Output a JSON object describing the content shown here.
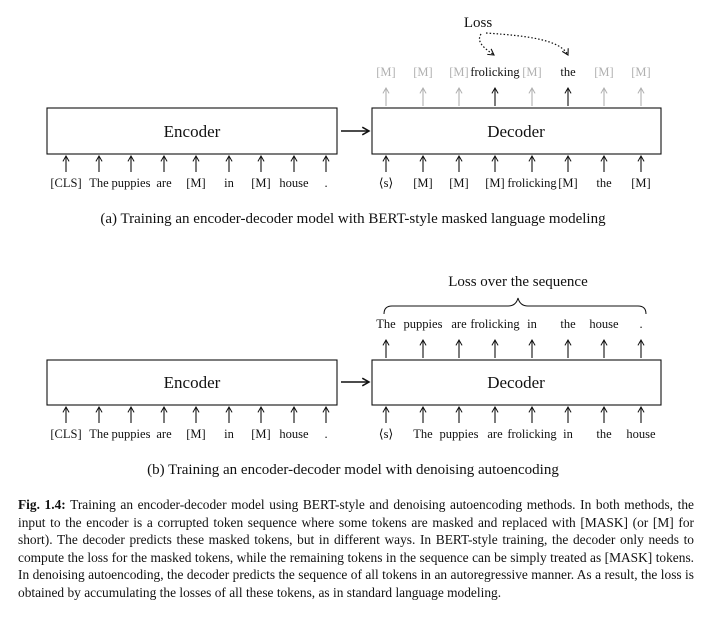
{
  "panel_a": {
    "encoder_label": "Encoder",
    "decoder_label": "Decoder",
    "encoder_inputs": [
      "[CLS]",
      "The",
      "puppies",
      "are",
      "[M]",
      "in",
      "[M]",
      "house",
      "."
    ],
    "decoder_inputs": [
      "⟨s⟩",
      "[M]",
      "[M]",
      "[M]",
      "frolicking",
      "[M]",
      "the",
      "[M]"
    ],
    "decoder_outputs": [
      "[M]",
      "[M]",
      "[M]",
      "frolicking",
      "[M]",
      "the",
      "[M]",
      "[M]"
    ],
    "output_highlighted": [
      false,
      false,
      false,
      true,
      false,
      true,
      false,
      false
    ],
    "loss_label": "Loss",
    "caption": "(a) Training an encoder-decoder model with BERT-style masked language modeling"
  },
  "panel_b": {
    "encoder_label": "Encoder",
    "decoder_label": "Decoder",
    "encoder_inputs": [
      "[CLS]",
      "The",
      "puppies",
      "are",
      "[M]",
      "in",
      "[M]",
      "house",
      "."
    ],
    "decoder_inputs": [
      "⟨s⟩",
      "The",
      "puppies",
      "are",
      "frolicking",
      "in",
      "the",
      "house"
    ],
    "decoder_outputs": [
      "The",
      "puppies",
      "are",
      "frolicking",
      "in",
      "the",
      "house",
      "."
    ],
    "loss_label": "Loss over the sequence",
    "caption": "(b) Training an encoder-decoder model with denoising autoencoding"
  },
  "figure_caption": {
    "label": "Fig. 1.4:",
    "text": "Training an encoder-decoder model using BERT-style and denoising autoencoding methods. In both methods, the input to the encoder is a corrupted token sequence where some tokens are masked and replaced with [MASK] (or [M] for short). The decoder predicts these masked tokens, but in different ways. In BERT-style training, the decoder only needs to compute the loss for the masked tokens, while the remaining tokens in the sequence can be simply treated as [MASK] tokens. In denoising autoencoding, the decoder predicts the sequence of all tokens in an autoregressive manner. As a result, the loss is obtained by accumulating the losses of all these tokens, as in standard language modeling."
  }
}
